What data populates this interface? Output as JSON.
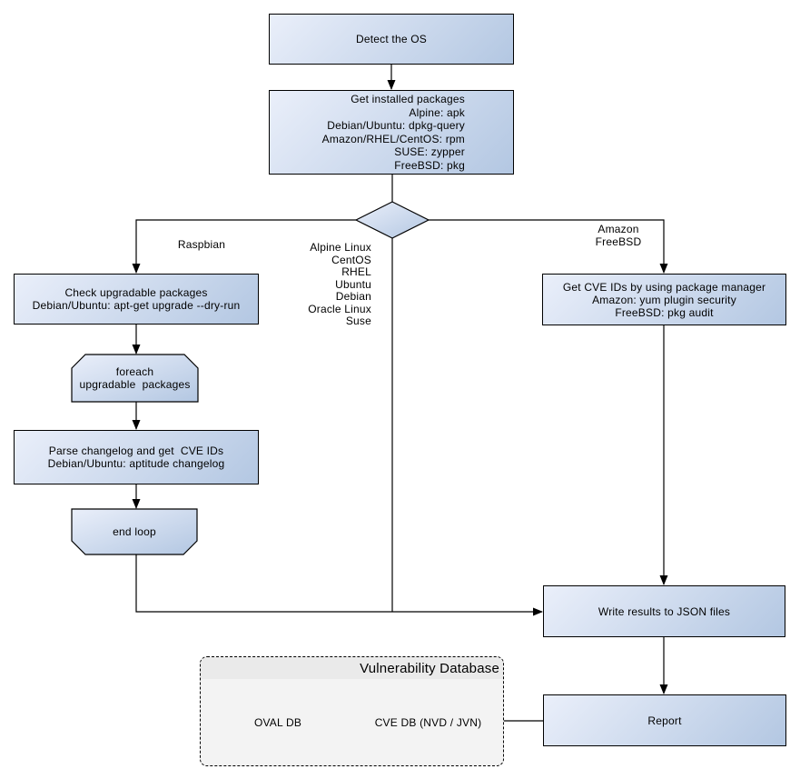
{
  "nodes": {
    "detect_os": {
      "label": "Detect the OS"
    },
    "get_packages": {
      "label": "Get installed packages\nAlpine: apk\nDebian/Ubuntu: dpkg-query\nAmazon/RHEL/CentOS: rpm\nSUSE: zypper\nFreeBSD: pkg"
    },
    "check_upgradable": {
      "label": "Check upgradable packages\nDebian/Ubuntu: apt-get upgrade --dry-run"
    },
    "foreach_loop": {
      "label": "foreach\nupgradable  packages"
    },
    "parse_changelog": {
      "label": "Parse changelog and get  CVE IDs\nDebian/Ubuntu: aptitude changelog"
    },
    "end_loop": {
      "label": "end loop"
    },
    "get_cve_pkg_mgr": {
      "label": "Get CVE IDs by using package manager\nAmazon: yum plugin security\nFreeBSD: pkg audit"
    },
    "write_json": {
      "label": "Write results to JSON files"
    },
    "report": {
      "label": "Report"
    },
    "oval_db": {
      "label": "OVAL DB"
    },
    "cve_db": {
      "label": "CVE DB (NVD / JVN)"
    }
  },
  "db_group": {
    "title": "Vulnerability Database"
  },
  "edge_labels": {
    "raspbian": "Raspbian",
    "os_list": "Alpine Linux\nCentOS\nRHEL\nUbuntu\nDebian\nOracle Linux\nSuse",
    "amazon_freebsd": "Amazon\nFreeBSD"
  },
  "colors": {
    "node_fill_light": "#eaeffa",
    "node_fill_dark": "#b3c7e2",
    "cylinder_fill_light": "#dde7f4",
    "cylinder_fill_dark": "#bccde6",
    "stroke": "#000000",
    "db_group_fill": "#f3f3f3",
    "db_group_header_fill": "#eaeaea"
  }
}
